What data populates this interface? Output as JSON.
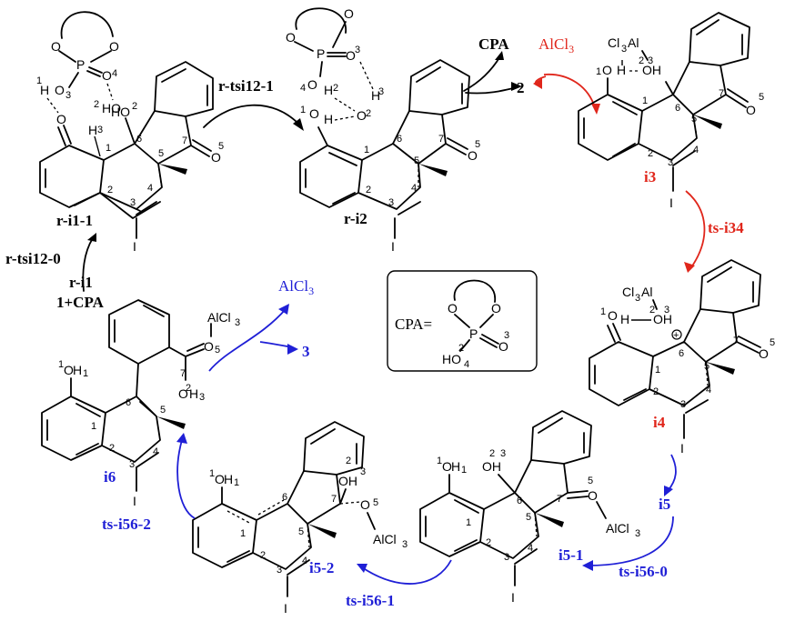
{
  "colors": {
    "black": "#000000",
    "red": "#e0261b",
    "blue": "#1f1fd6"
  },
  "steps": {
    "r_i1": "r-i1",
    "start": "1+CPA",
    "r_tsi12_0": "r-tsi12-0",
    "r_i1_1": "r-i1-1",
    "r_tsi12_1": "r-tsi12-1",
    "r_i2": "r-i2",
    "cpa_out": "CPA",
    "product2": "2",
    "alcl3_in": "AlCl",
    "alcl3_sub": "3",
    "i3": "i3",
    "ts_i34": "ts-i34",
    "i4": "i4",
    "i5": "i5",
    "ts_i56_0": "ts-i56-0",
    "i5_1": "i5-1",
    "ts_i56_1": "ts-i56-1",
    "i5_2": "i5-2",
    "ts_i56_2": "ts-i56-2",
    "i6": "i6",
    "alcl3_out": "AlCl",
    "alcl3_out_sub": "3",
    "product3": "3"
  },
  "legend": {
    "cpa_eq": "CPA=",
    "o": "O",
    "p": "P",
    "ho": "HO",
    "n2": "2",
    "n3": "3",
    "n4": "4"
  },
  "atoms": {
    "O": "O",
    "H": "H",
    "P": "P",
    "I": "I",
    "HO": "HO",
    "OH": "OH",
    "H2": "H",
    "AlCl3": "AlCl",
    "Cl3Al": "Cl",
    "Al": "Al",
    "plus": "+"
  },
  "nums": {
    "n1": "1",
    "n2": "2",
    "n3": "3",
    "n4": "4",
    "n5": "5",
    "n6": "6",
    "n7": "7"
  }
}
